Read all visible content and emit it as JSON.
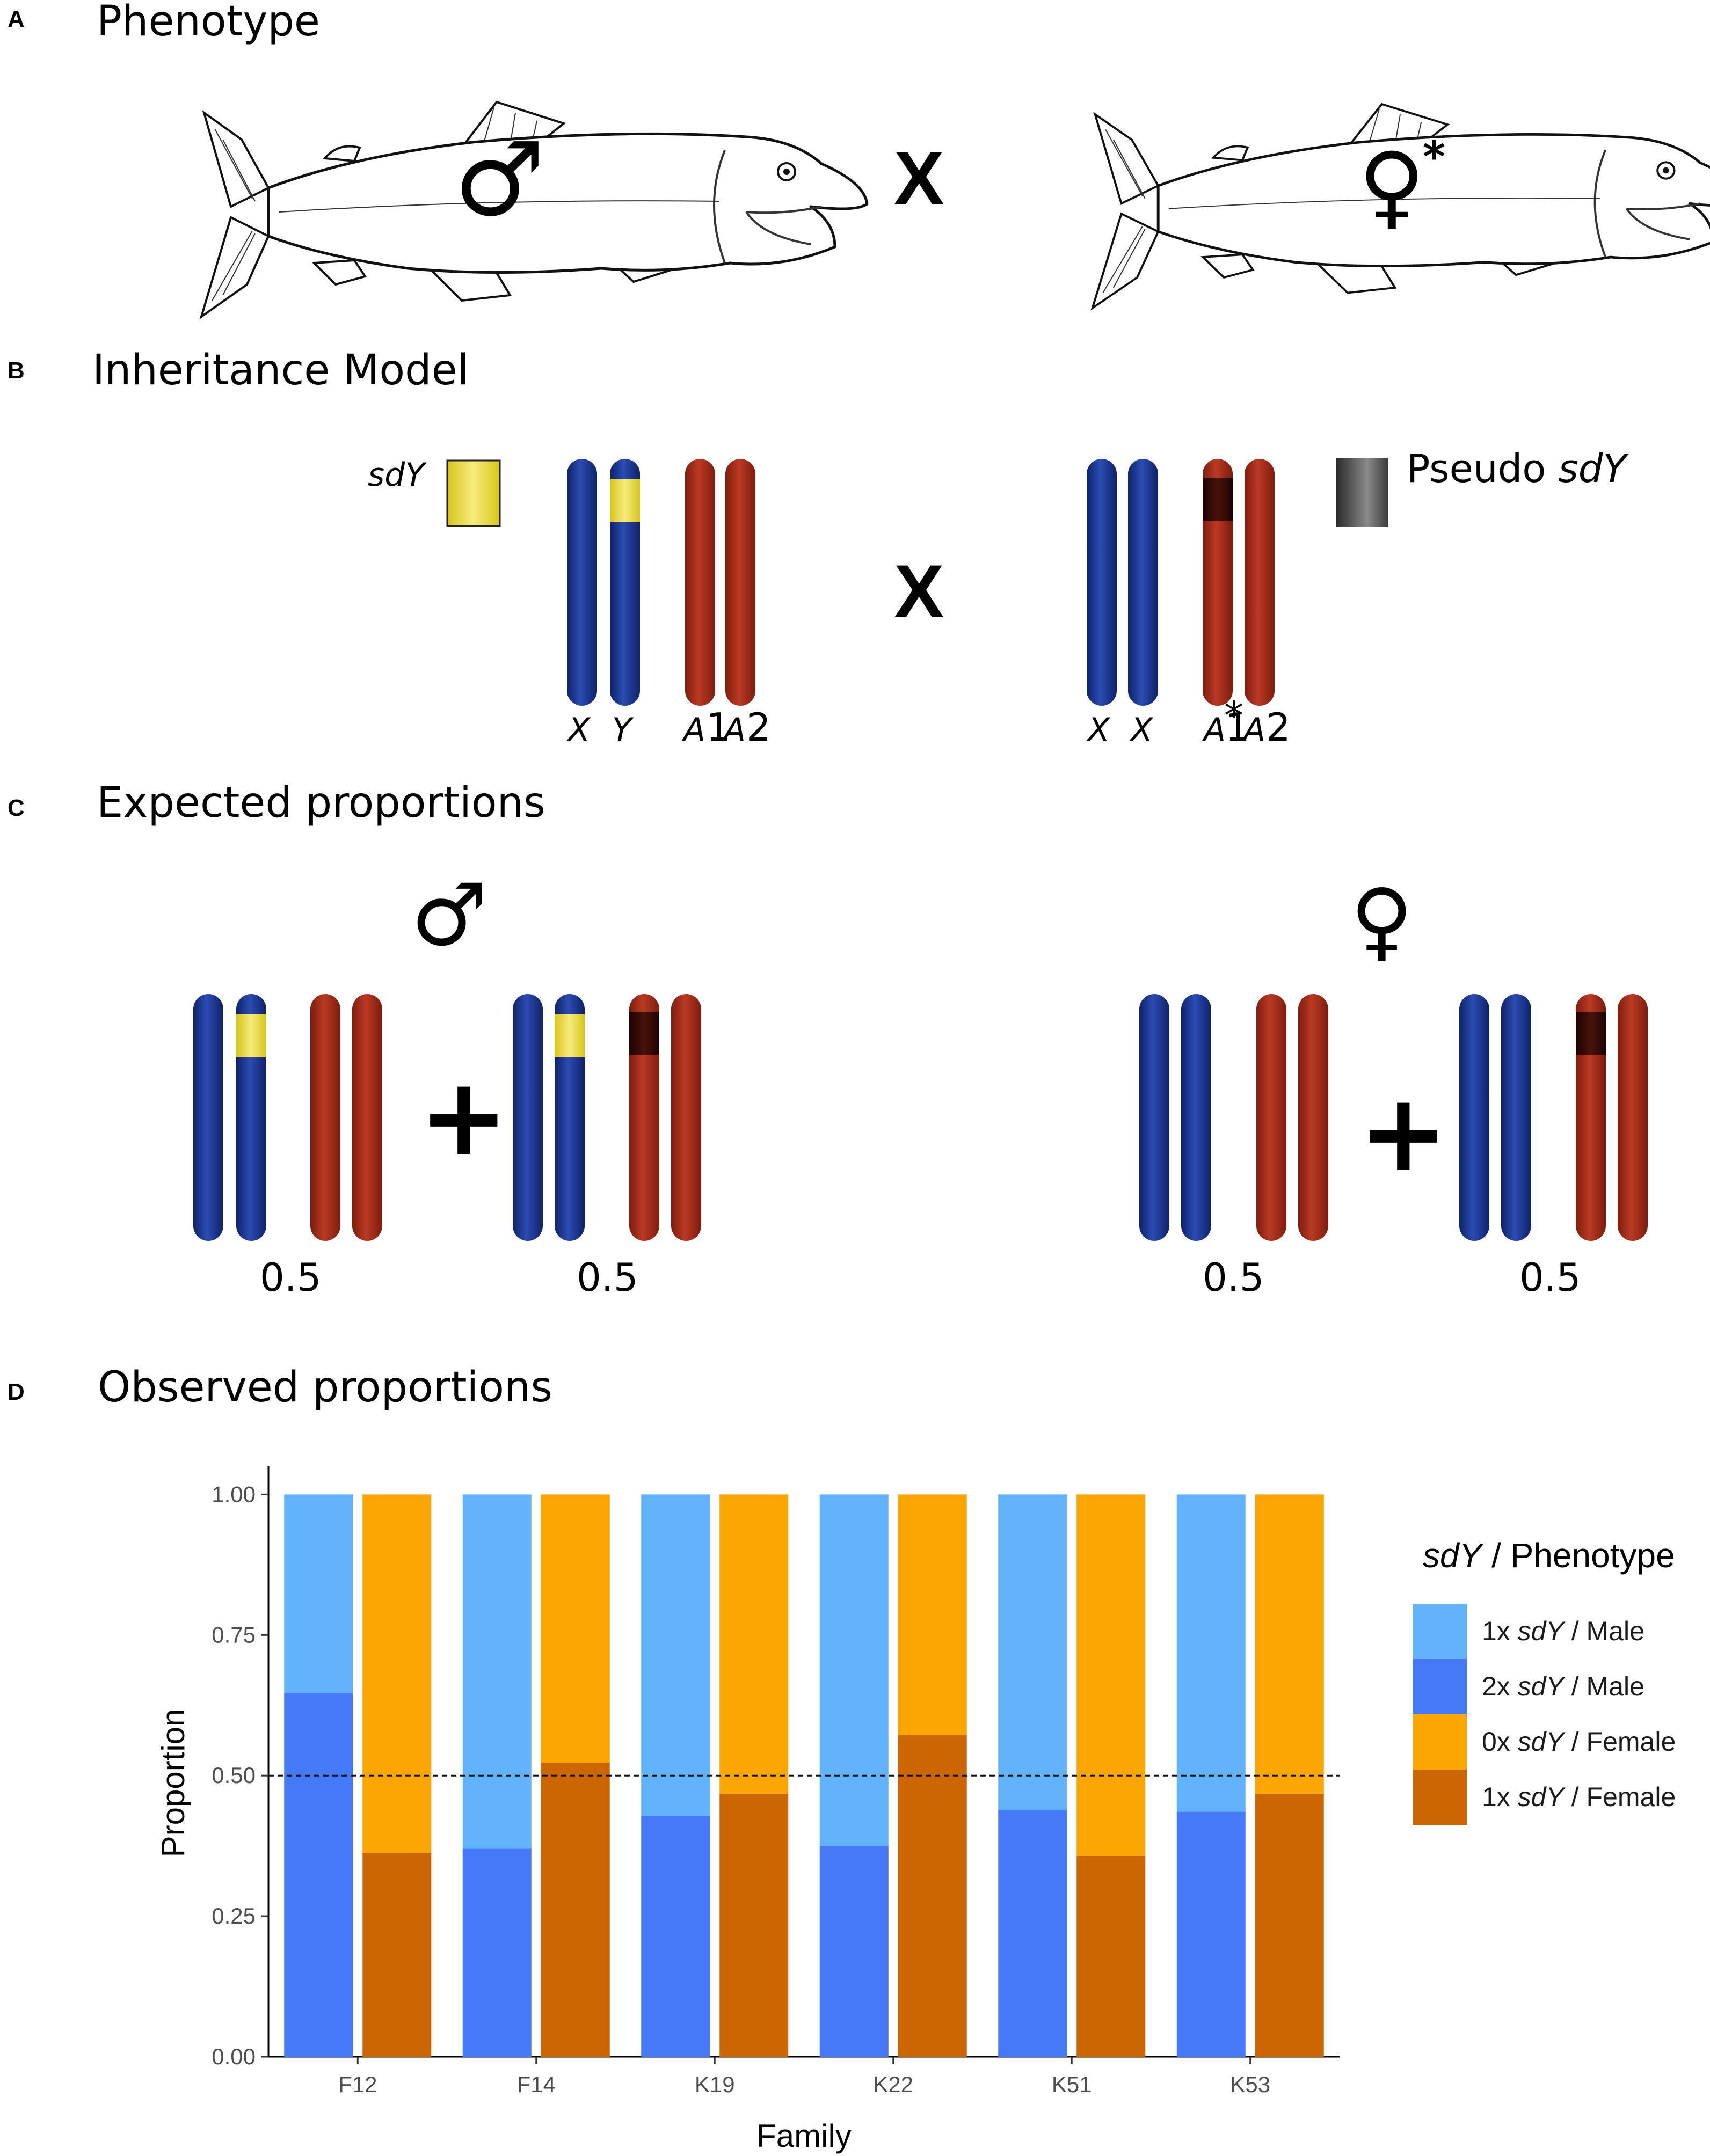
{
  "panels": {
    "a": {
      "letter": "A",
      "title": "Phenotype",
      "male_symbol": "♂",
      "female_symbol": "♀",
      "female_mark": "*",
      "cross": "X"
    },
    "b": {
      "letter": "B",
      "title": "Inheritance Model",
      "sdy_label": "sdY",
      "pseudo_label": "Pseudo ",
      "pseudo_label_italic": "sdY",
      "cross": "X",
      "male_chrom_labels": [
        "X",
        "Y",
        "A",
        "A"
      ],
      "male_subs": [
        "",
        "",
        "1",
        "2"
      ],
      "female_chrom_labels": [
        "X",
        "X",
        "A",
        "A"
      ],
      "female_subs": [
        "",
        "",
        "1",
        "2"
      ],
      "female_star": "*"
    },
    "c": {
      "letter": "C",
      "title": "Expected proportions",
      "male_symbol": "♂",
      "female_symbol": "♀",
      "plus": "+",
      "fractions": [
        "0.5",
        "0.5",
        "0.5",
        "0.5"
      ]
    },
    "d": {
      "letter": "D",
      "title": "Observed proportions"
    }
  },
  "colors": {
    "x_chrom": "#1f3a93",
    "autosome": "#a92f1c",
    "sdy": "#e6d42c",
    "pseudo": "#3b0d08",
    "male_1x": "#63b3fb",
    "male_2x": "#4679f8",
    "female_0x": "#fba602",
    "female_1x": "#cb6601"
  },
  "chart_data": {
    "type": "bar",
    "stacked": true,
    "categories": [
      "F12",
      "F14",
      "K19",
      "K22",
      "K51",
      "K53"
    ],
    "xlabel": "Family",
    "ylabel": "Proportion",
    "ylim": [
      0,
      1.05
    ],
    "yticks": [
      "0.00",
      "0.25",
      "0.50",
      "0.75",
      "1.00"
    ],
    "reference_line": 0.5,
    "legend_title_italic": "sdY",
    "legend_title_rest": " / Phenotype",
    "legend": [
      {
        "pre": "1x ",
        "it": "sdY",
        "post": " / Male",
        "color": "#63b3fb"
      },
      {
        "pre": "2x ",
        "it": "sdY",
        "post": " / Male",
        "color": "#4679f8"
      },
      {
        "pre": "0x ",
        "it": "sdY",
        "post": " / Female",
        "color": "#fba602"
      },
      {
        "pre": "1x ",
        "it": "sdY",
        "post": " / Female",
        "color": "#cb6601"
      }
    ],
    "series": [
      {
        "name": "2x sdY / Male",
        "values": [
          0.647,
          0.37,
          0.428,
          0.375,
          0.439,
          0.436
        ]
      },
      {
        "name": "1x sdY / Male",
        "values": [
          0.353,
          0.63,
          0.572,
          0.625,
          0.561,
          0.564
        ]
      },
      {
        "name": "1x sdY / Female",
        "values": [
          0.363,
          0.523,
          0.468,
          0.572,
          0.357,
          0.468
        ]
      },
      {
        "name": "0x sdY / Female",
        "values": [
          0.637,
          0.477,
          0.532,
          0.428,
          0.643,
          0.532
        ]
      }
    ]
  }
}
